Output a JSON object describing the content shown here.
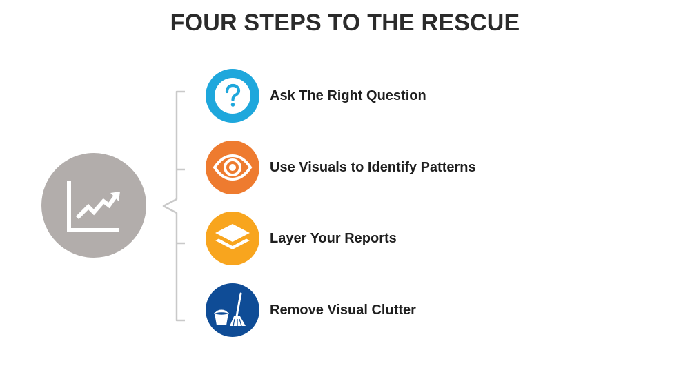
{
  "title": "FOUR STEPS TO THE RESCUE",
  "hub": {
    "icon": "trend-chart-icon",
    "color": "#b2adab"
  },
  "steps": [
    {
      "label": "Ask The Right Question",
      "icon": "question-mark-icon",
      "color": "#1ea7dc"
    },
    {
      "label": "Use Visuals to Identify Patterns",
      "icon": "eye-icon",
      "color": "#ee7b2f"
    },
    {
      "label": "Layer Your Reports",
      "icon": "layers-icon",
      "color": "#f8a51e"
    },
    {
      "label": "Remove Visual Clutter",
      "icon": "broom-bucket-icon",
      "color": "#0f4c96"
    }
  ]
}
